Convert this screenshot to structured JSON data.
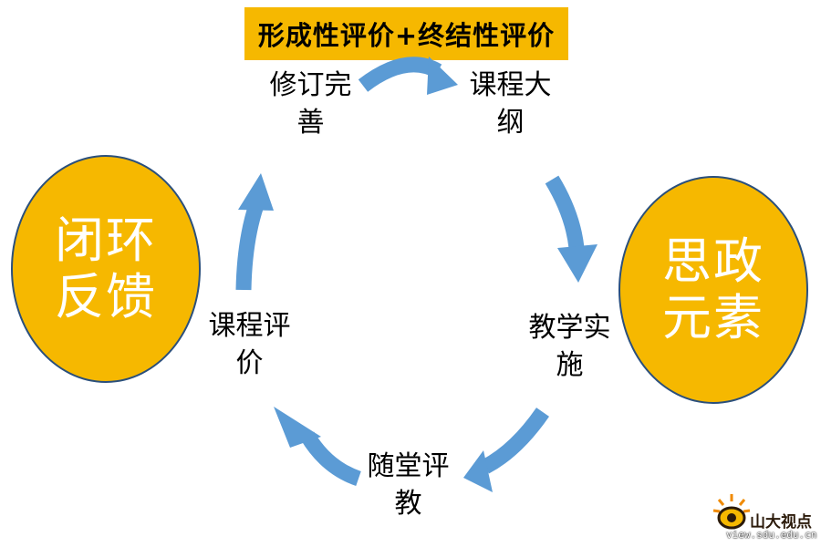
{
  "header": {
    "label": "形成性评价+终结性评价",
    "color": "#f6b800"
  },
  "left_circle": {
    "label": "闭环\n反馈",
    "fill": "#f6b800"
  },
  "right_circle": {
    "label": "思政\n元素",
    "fill": "#f6b800"
  },
  "cycle_nodes": [
    {
      "label": "修订完\n善"
    },
    {
      "label": "课程大\n纲"
    },
    {
      "label": "教学实\n施"
    },
    {
      "label": "随堂评\n教"
    },
    {
      "label": "课程评\n价"
    }
  ],
  "arrow_color": "#5b9bd5",
  "watermark": {
    "name": "山大视点",
    "url": "view.sdu.edu.cn"
  }
}
